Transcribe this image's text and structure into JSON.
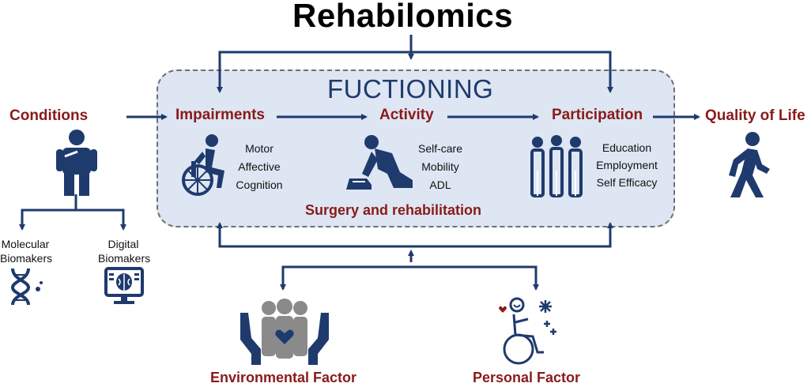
{
  "title": "Rehabilomics",
  "functioning": {
    "title": "FUCTIONING",
    "footer": "Surgery and rehabilitation"
  },
  "nodes": {
    "conditions": "Conditions",
    "impairments": "Impairments",
    "activity": "Activity",
    "participation": "Participation",
    "quality_of_life": "Quality of Life",
    "environmental": "Environmental Factor",
    "personal": "Personal Factor",
    "molecular": [
      "Molecular",
      "Biomakers"
    ],
    "digital": [
      "Digital",
      "Biomakers"
    ]
  },
  "lists": {
    "impairments": [
      "Motor",
      "Affective",
      "Cognition"
    ],
    "activity": [
      "Self-care",
      "Mobility",
      "ADL"
    ],
    "participation": [
      "Education",
      "Employment",
      "Self Efficacy"
    ]
  },
  "colors": {
    "navy": "#1f3a6d",
    "dark_red": "#8a1a1a",
    "box_fill": "#dde6f2",
    "box_border": "#6f6f6f",
    "gray": "#8a8a8a"
  },
  "icons": {
    "conditions": "person-holding-chest-icon",
    "impairments": "wheelchair-user-icon",
    "activity": "tying-shoe-icon",
    "participation": "group-of-people-icon",
    "quality_of_life": "walking-person-icon",
    "molecular": "dna-icon",
    "digital": "brain-scan-monitor-icon",
    "environmental": "hands-supporting-people-icon",
    "personal": "happy-wheelchair-user-icon"
  }
}
